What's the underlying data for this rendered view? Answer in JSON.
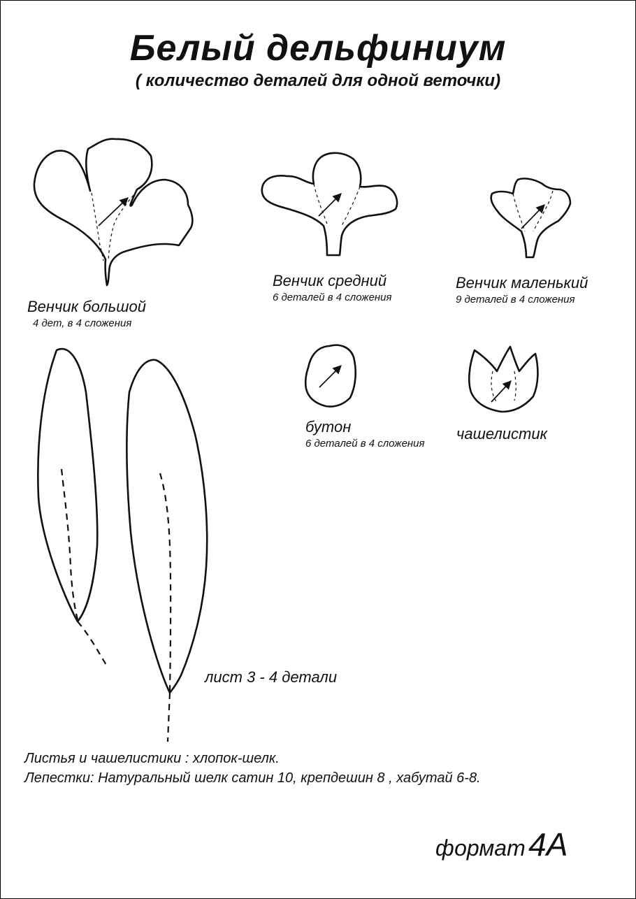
{
  "title": "Белый дельфиниум",
  "subtitle": "( количество деталей для одной веточки)",
  "parts": {
    "large_corolla": {
      "label": "Венчик большой",
      "count": "4 дет, в  4 сложения"
    },
    "medium_corolla": {
      "label": "Венчик средний",
      "count": "6 деталей в 4 сложения"
    },
    "small_corolla": {
      "label": "Венчик маленький",
      "count": "9 деталей в 4 сложения"
    },
    "bud": {
      "label": "бутон",
      "count": "6 деталей в 4 сложения"
    },
    "sepal": {
      "label": "чашелистик"
    },
    "leaf": {
      "label": "лист 3 - 4 детали"
    }
  },
  "materials": [
    "Листья и чашелистики :  хлопок-шелк.",
    "Лепестки: Натуральный шелк сатин 10, крепдешин 8 , хабутай 6-8."
  ],
  "format": {
    "word": "формат",
    "value": "4A"
  }
}
